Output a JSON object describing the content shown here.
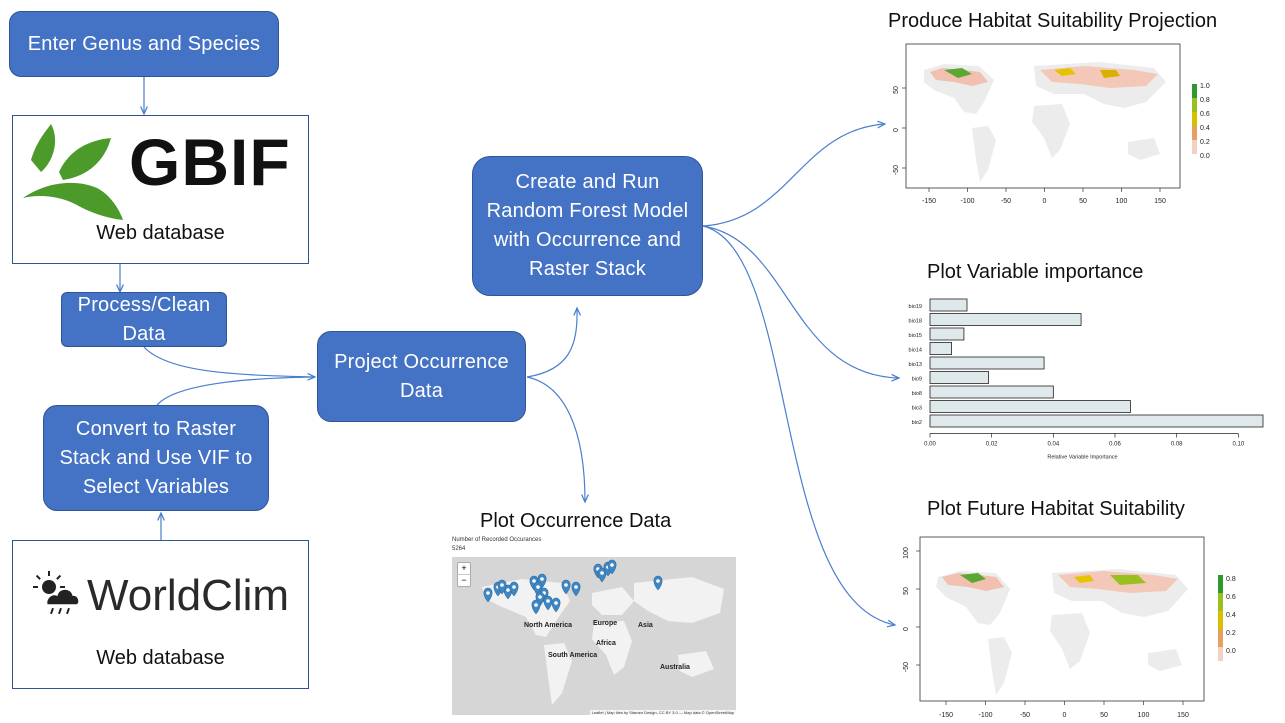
{
  "boxes": {
    "enter_genus": "Enter Genus and Species",
    "process_clean": "Process/Clean Data",
    "convert_raster": "Convert to Raster Stack and Use VIF to Select Variables",
    "project_occurrence": "Project Occurrence Data",
    "random_forest": "Create and Run Random Forest Model with Occurrence and Raster Stack"
  },
  "gbif": {
    "logo_text": "GBIF",
    "caption": "Web database"
  },
  "worldclim": {
    "logo_text": "WorldClim",
    "caption": "Web database"
  },
  "titles": {
    "habitat_projection": "Produce Habitat Suitability Projection",
    "variable_importance": "Plot Variable importance",
    "future_habitat": "Plot Future Habitat Suitability",
    "occurrence_plot": "Plot Occurrence Data"
  },
  "occurrence_map": {
    "header": "Number of Recorded Occurances",
    "count": "5264",
    "zoom_in": "+",
    "zoom_out": "−",
    "labels": {
      "north_america": "North America",
      "south_america": "South America",
      "europe": "Europe",
      "asia": "Asia",
      "africa": "Africa",
      "australia": "Australia"
    },
    "attribution": "Leaflet | Map tiles by Stamen Design, CC BY 3.0 — Map data © OpenStreetMap"
  },
  "habitat_map": {
    "x_ticks": [
      "-150",
      "-100",
      "-50",
      "0",
      "50",
      "100",
      "150"
    ],
    "y_ticks": [
      "50",
      "0",
      "-50"
    ],
    "legend": [
      "1.0",
      "0.8",
      "0.6",
      "0.4",
      "0.2",
      "0.0"
    ]
  },
  "future_map": {
    "x_ticks": [
      "-150",
      "-100",
      "-50",
      "0",
      "50",
      "100",
      "150"
    ],
    "y_ticks": [
      "100",
      "50",
      "0",
      "-50"
    ],
    "legend": [
      "0.8",
      "0.6",
      "0.4",
      "0.2",
      "0.0"
    ]
  },
  "colors": {
    "box_fill": "#4472c4",
    "arrow": "#4a7fcf",
    "bar_fill": "#dfe8ea",
    "suitability_high": "#2e9a2e",
    "suitability_mid": "#d8c000",
    "suitability_low": "#f0b8a8",
    "marker": "#3f87c4"
  },
  "chart_data": {
    "type": "bar",
    "orientation": "horizontal",
    "categories": [
      "bio19",
      "bio18",
      "bio15",
      "bio14",
      "bio13",
      "bio9",
      "bio8",
      "bio3",
      "bio2"
    ],
    "values": [
      0.012,
      0.049,
      0.011,
      0.007,
      0.037,
      0.019,
      0.04,
      0.065,
      0.108
    ],
    "xlabel": "Relative Variable Importance",
    "xlim": [
      0,
      0.108
    ],
    "x_ticks": [
      "0.00",
      "0.02",
      "0.04",
      "0.06",
      "0.08",
      "0.10"
    ]
  }
}
